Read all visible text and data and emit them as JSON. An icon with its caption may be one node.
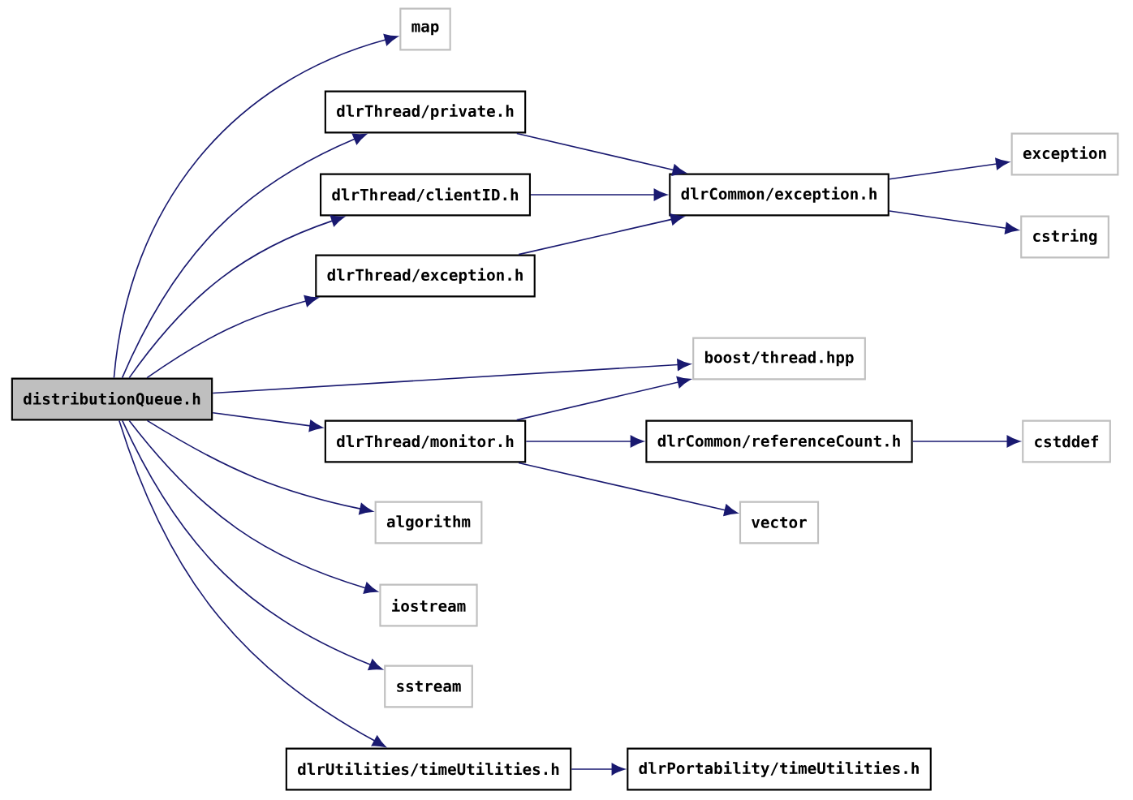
{
  "diagram": {
    "nodes": [
      {
        "text": [
          "distributionQueue.h"
        ]
      },
      {
        "text": [
          "map"
        ]
      },
      {
        "text": [
          "dlrThread/private.h"
        ]
      },
      {
        "text": [
          "dlrThread/clientID.h"
        ]
      },
      {
        "text": [
          "dlrThread/exception.h"
        ]
      },
      {
        "text": [
          "dlrCommon/exception.h"
        ]
      },
      {
        "text": [
          "exception"
        ]
      },
      {
        "text": [
          "cstring"
        ]
      },
      {
        "text": [
          "boost/thread.hpp"
        ]
      },
      {
        "text": [
          "dlrThread/monitor.h"
        ]
      },
      {
        "text": [
          "dlrCommon/referenceCount.h"
        ]
      },
      {
        "text": [
          "cstddef"
        ]
      },
      {
        "text": [
          "vector"
        ]
      },
      {
        "text": [
          "algorithm"
        ]
      },
      {
        "text": [
          "iostream"
        ]
      },
      {
        "text": [
          "sstream"
        ]
      },
      {
        "text": [
          "dlrUtilities/timeUtilities.h"
        ]
      },
      {
        "text": [
          "dlrPortability/timeUtilities.h"
        ]
      }
    ],
    "edges": [
      {
        "from": 0,
        "to": 1,
        "arrow": "to"
      },
      {
        "from": 0,
        "to": 2,
        "arrow": "to"
      },
      {
        "from": 0,
        "to": 3,
        "arrow": "to"
      },
      {
        "from": 0,
        "to": 4,
        "arrow": "to"
      },
      {
        "from": 0,
        "to": 8,
        "arrow": "to"
      },
      {
        "from": 0,
        "to": 9,
        "arrow": "to"
      },
      {
        "from": 0,
        "to": 13,
        "arrow": "to"
      },
      {
        "from": 0,
        "to": 14,
        "arrow": "to"
      },
      {
        "from": 0,
        "to": 15,
        "arrow": "to"
      },
      {
        "from": 0,
        "to": 16,
        "arrow": "to"
      },
      {
        "from": 2,
        "to": 5,
        "arrow": "to"
      },
      {
        "from": 3,
        "to": 5,
        "arrow": "to"
      },
      {
        "from": 4,
        "to": 5,
        "arrow": "to"
      },
      {
        "from": 5,
        "to": 6,
        "arrow": "to"
      },
      {
        "from": 5,
        "to": 7,
        "arrow": "to"
      },
      {
        "from": 9,
        "to": 8,
        "arrow": "to"
      },
      {
        "from": 9,
        "to": 10,
        "arrow": "to"
      },
      {
        "from": 9,
        "to": 12,
        "arrow": "to"
      },
      {
        "from": 10,
        "to": 11,
        "arrow": "to"
      },
      {
        "from": 16,
        "to": 17,
        "arrow": "to"
      }
    ]
  }
}
